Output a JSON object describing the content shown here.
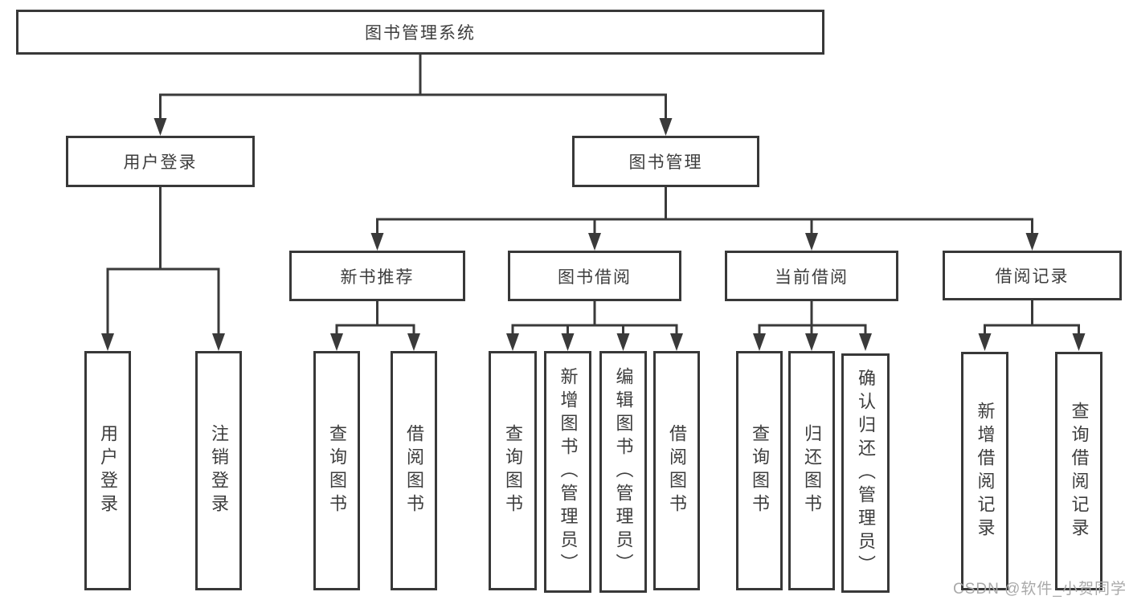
{
  "diagram": {
    "type": "hierarchy-diagram",
    "root": {
      "label": "图书管理系统"
    },
    "branches": [
      {
        "label": "用户登录",
        "children": [
          {
            "label": "用户登录"
          },
          {
            "label": "注销登录"
          }
        ]
      },
      {
        "label": "图书管理",
        "sections": [
          {
            "label": "新书推荐",
            "children": [
              {
                "label": "查询图书"
              },
              {
                "label": "借阅图书"
              }
            ]
          },
          {
            "label": "图书借阅",
            "children": [
              {
                "label": "查询图书"
              },
              {
                "label": "新增图书（管理员）"
              },
              {
                "label": "编辑图书（管理员）"
              },
              {
                "label": "借阅图书"
              }
            ]
          },
          {
            "label": "当前借阅",
            "children": [
              {
                "label": "查询图书"
              },
              {
                "label": "归还图书"
              },
              {
                "label": "确认归还（管理员）"
              }
            ]
          },
          {
            "label": "借阅记录",
            "children": [
              {
                "label": "新增借阅记录"
              },
              {
                "label": "查询借阅记录"
              }
            ]
          }
        ]
      }
    ],
    "watermark": "CSDN @软件_小贺同学",
    "colors": {
      "background": "#ffffff",
      "line": "#3a3a3a",
      "box_border": "#383838",
      "text": "#3d3d3d",
      "watermark": "#a9a9a9"
    }
  }
}
